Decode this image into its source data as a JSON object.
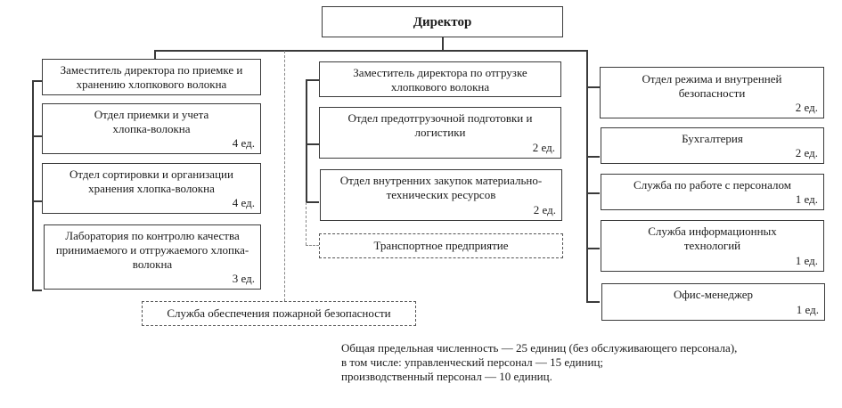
{
  "director": {
    "title": "Директор"
  },
  "left": {
    "deputy": {
      "title": "Заместитель директора по приемке и хранению хлопкового волокна"
    },
    "units": [
      {
        "title": "Отдел приемки и учета хлопка-волокна",
        "count": "4 ед."
      },
      {
        "title": "Отдел сортировки и организации хранения хлопка-волокна",
        "count": "4 ед."
      },
      {
        "title": "Лаборатория по контролю качества принимаемого и отгружаемого хлопка-волокна",
        "count": "3 ед."
      }
    ],
    "outsourced": {
      "title": "Служба обеспечения пожарной безопасности"
    }
  },
  "middle": {
    "deputy": {
      "title": "Заместитель директора по отгрузке хлопкового волокна"
    },
    "units": [
      {
        "title": "Отдел предотгрузочной подготовки и логистики",
        "count": "2 ед."
      },
      {
        "title": "Отдел внутренних закупок материально-технических ресурсов",
        "count": "2 ед."
      }
    ],
    "outsourced": {
      "title": "Транспортное предприятие"
    }
  },
  "right": {
    "units": [
      {
        "title": "Отдел режима и внутренней безопасности",
        "count": "2 ед."
      },
      {
        "title": "Бухгалтерия",
        "count": "2 ед."
      },
      {
        "title": "Служба по работе с персоналом",
        "count": "1 ед."
      },
      {
        "title": "Служба информационных технологий",
        "count": "1 ед."
      },
      {
        "title": "Офис-менеджер",
        "count": "1 ед."
      }
    ]
  },
  "note": {
    "lines": [
      "Общая предельная численность — 25 единиц (без обслуживающего персонала),",
      "в том числе: управленческий персонал — 15 единиц;",
      "производственный персонал — 10 единиц."
    ]
  }
}
